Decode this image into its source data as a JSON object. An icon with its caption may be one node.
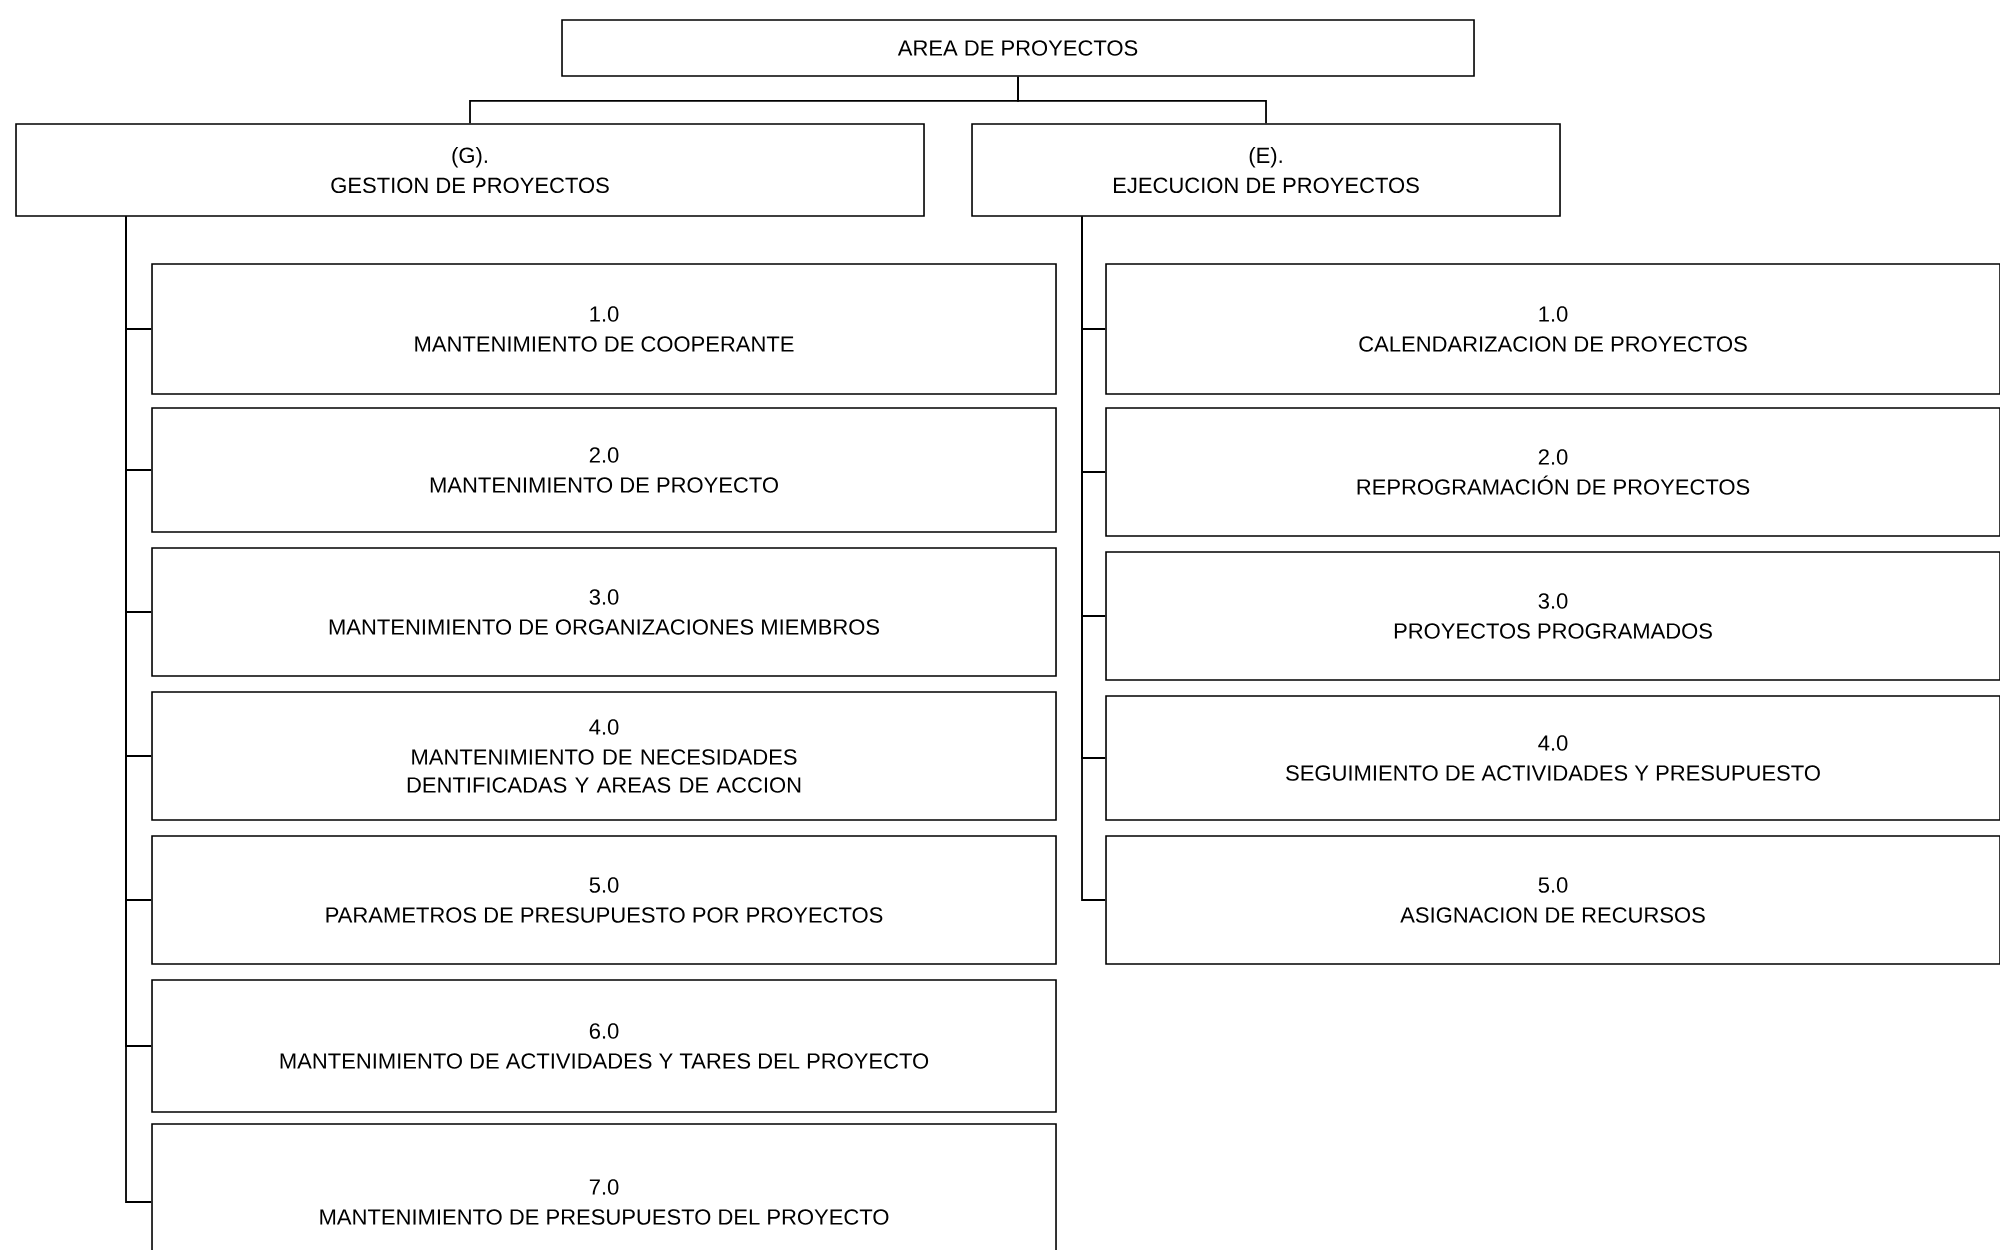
{
  "diagram": {
    "nodes": [
      {
        "text": [
          "AREA DE PROYECTOS"
        ]
      },
      {
        "text": [
          "(G).",
          "GESTION DE PROYECTOS"
        ]
      },
      {
        "text": [
          "(E).",
          "EJECUCION DE PROYECTOS"
        ]
      },
      {
        "text": [
          "1.0",
          "MANTENIMIENTO DE COOPERANTE"
        ]
      },
      {
        "text": [
          "2.0",
          "MANTENIMIENTO DE PROYECTO"
        ]
      },
      {
        "text": [
          "3.0",
          "MANTENIMIENTO DE ORGANIZACIONES MIEMBROS"
        ]
      },
      {
        "text": [
          "4.0",
          "MANTENIMIENTO DE NECESIDADES DENTIFICADAS Y AREAS DE ACCION"
        ]
      },
      {
        "text": [
          "5.0",
          "PARAMETROS DE PRESUPUESTO POR PROYECTOS"
        ]
      },
      {
        "text": [
          "6.0",
          "MANTENIMIENTO DE ACTIVIDADES Y TARES DEL PROYECTO"
        ]
      },
      {
        "text": [
          "7.0",
          "MANTENIMIENTO DE PRESUPUESTO DEL PROYECTO"
        ]
      },
      {
        "text": [
          "1.0",
          "CALENDARIZACION DE PROYECTOS"
        ]
      },
      {
        "text": [
          "2.0",
          "REPROGRAMACIÓN DE PROYECTOS"
        ]
      },
      {
        "text": [
          "3.0",
          "PROYECTOS PROGRAMADOS"
        ]
      },
      {
        "text": [
          "4.0",
          "SEGUIMIENTO DE ACTIVIDADES  Y PRESUPUESTO"
        ]
      },
      {
        "text": [
          "5.0",
          "ASIGNACION DE RECURSOS"
        ]
      }
    ],
    "edges": [
      {
        "from": 0,
        "to": 1,
        "arrow": "none"
      },
      {
        "from": 0,
        "to": 2,
        "arrow": "none"
      },
      {
        "from": 1,
        "to": 3,
        "arrow": "none"
      },
      {
        "from": 1,
        "to": 4,
        "arrow": "none"
      },
      {
        "from": 1,
        "to": 5,
        "arrow": "none"
      },
      {
        "from": 1,
        "to": 6,
        "arrow": "none"
      },
      {
        "from": 1,
        "to": 7,
        "arrow": "none"
      },
      {
        "from": 1,
        "to": 8,
        "arrow": "none"
      },
      {
        "from": 1,
        "to": 9,
        "arrow": "none"
      },
      {
        "from": 2,
        "to": 10,
        "arrow": "none"
      },
      {
        "from": 2,
        "to": 11,
        "arrow": "none"
      },
      {
        "from": 2,
        "to": 12,
        "arrow": "none"
      },
      {
        "from": 2,
        "to": 13,
        "arrow": "none"
      },
      {
        "from": 2,
        "to": 14,
        "arrow": "none"
      }
    ]
  }
}
